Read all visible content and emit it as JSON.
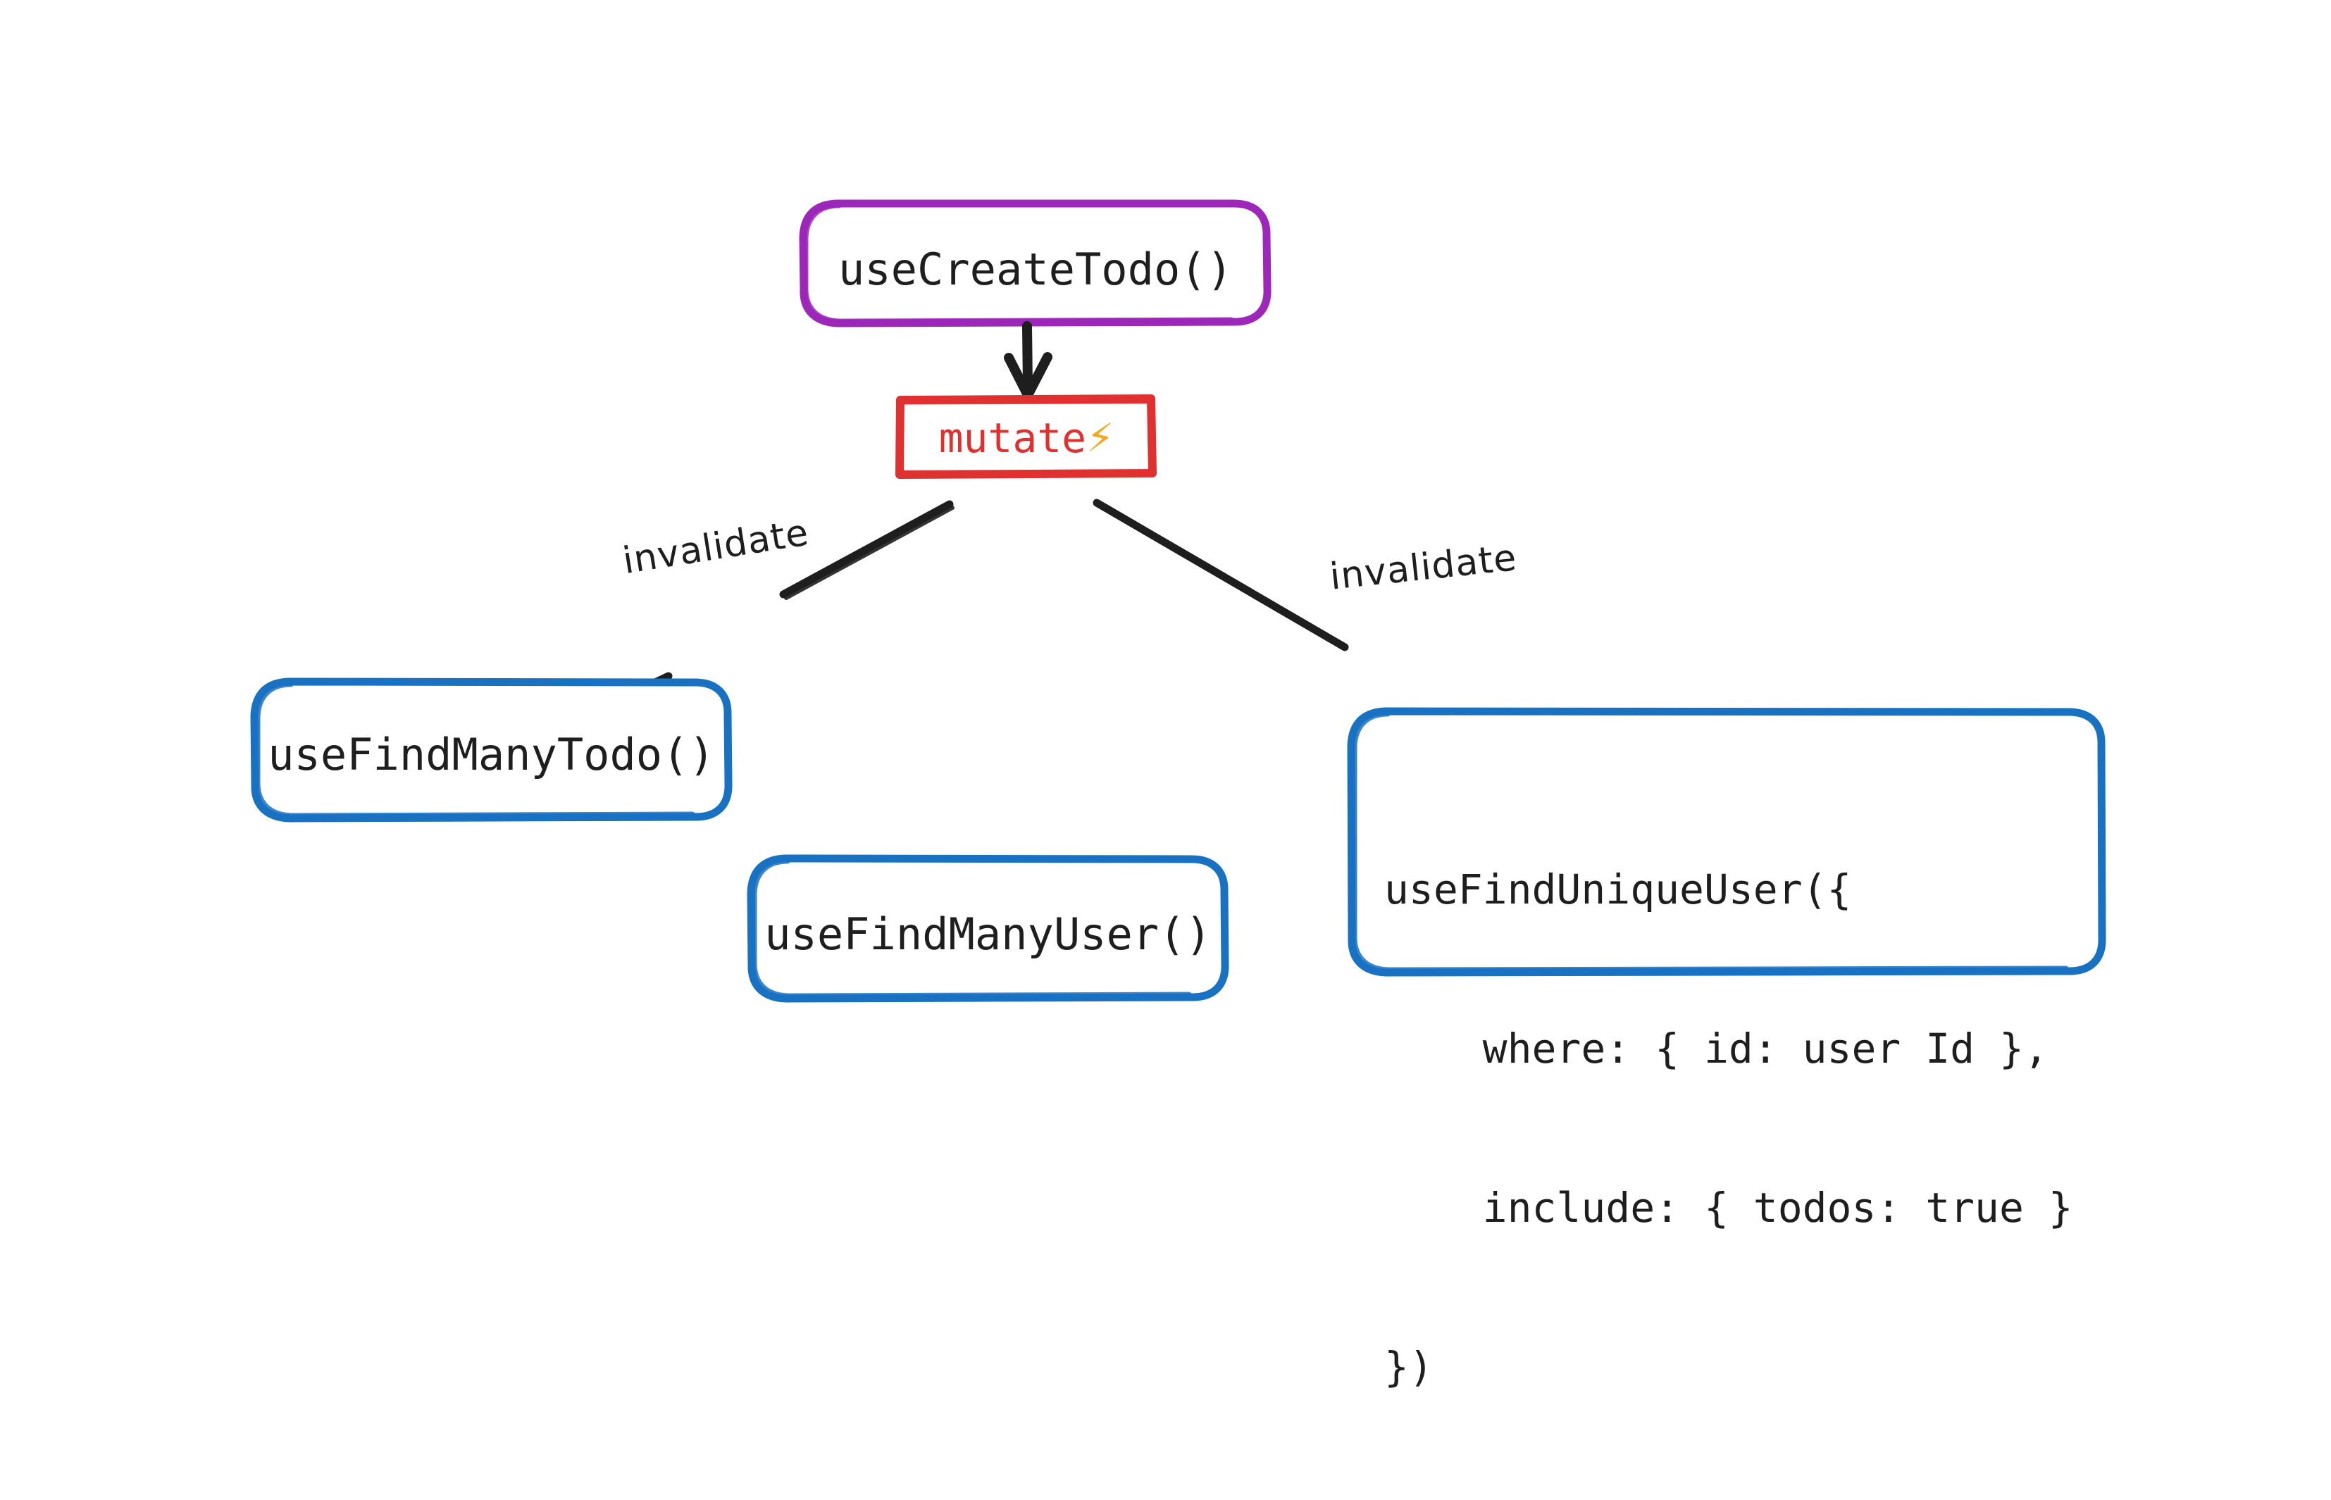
{
  "diagram": {
    "title": "useCreateTodo invalidation flow",
    "background": "#ffffff",
    "colors": {
      "purple": "#9c27b8",
      "red": "#e03131",
      "blue": "#1971c2",
      "ink": "#1e1e1e",
      "bolt_yellow": "#f5a623"
    },
    "nodes": [
      {
        "id": "use-create-todo",
        "label": "useCreateTodo()",
        "shape": "rounded-rect",
        "stroke": "#9c27b8"
      },
      {
        "id": "mutate",
        "label": "mutate",
        "icon": "⚡",
        "icon_name": "lightning-bolt-icon",
        "shape": "rect",
        "stroke": "#e03131",
        "text_color": "#e03131"
      },
      {
        "id": "use-find-many-todo",
        "label": "useFindManyTodo()",
        "shape": "rounded-rect",
        "stroke": "#1971c2"
      },
      {
        "id": "use-find-many-user",
        "label": "useFindManyUser()",
        "shape": "rounded-rect",
        "stroke": "#1971c2"
      },
      {
        "id": "use-find-unique-user",
        "shape": "rounded-rect",
        "stroke": "#1971c2",
        "code_lines": [
          "useFindUniqueUser({",
          "    where: { id: user Id },",
          "    include: { todos: true }",
          "})"
        ]
      }
    ],
    "edges": [
      {
        "id": "edge-create-to-mutate",
        "from": "use-create-todo",
        "to": "mutate",
        "label": ""
      },
      {
        "id": "edge-mutate-to-todo",
        "from": "mutate",
        "to": "use-find-many-todo",
        "label": "invalidate"
      },
      {
        "id": "edge-mutate-to-user",
        "from": "mutate",
        "to": "use-find-unique-user",
        "label": "invalidate"
      }
    ]
  }
}
